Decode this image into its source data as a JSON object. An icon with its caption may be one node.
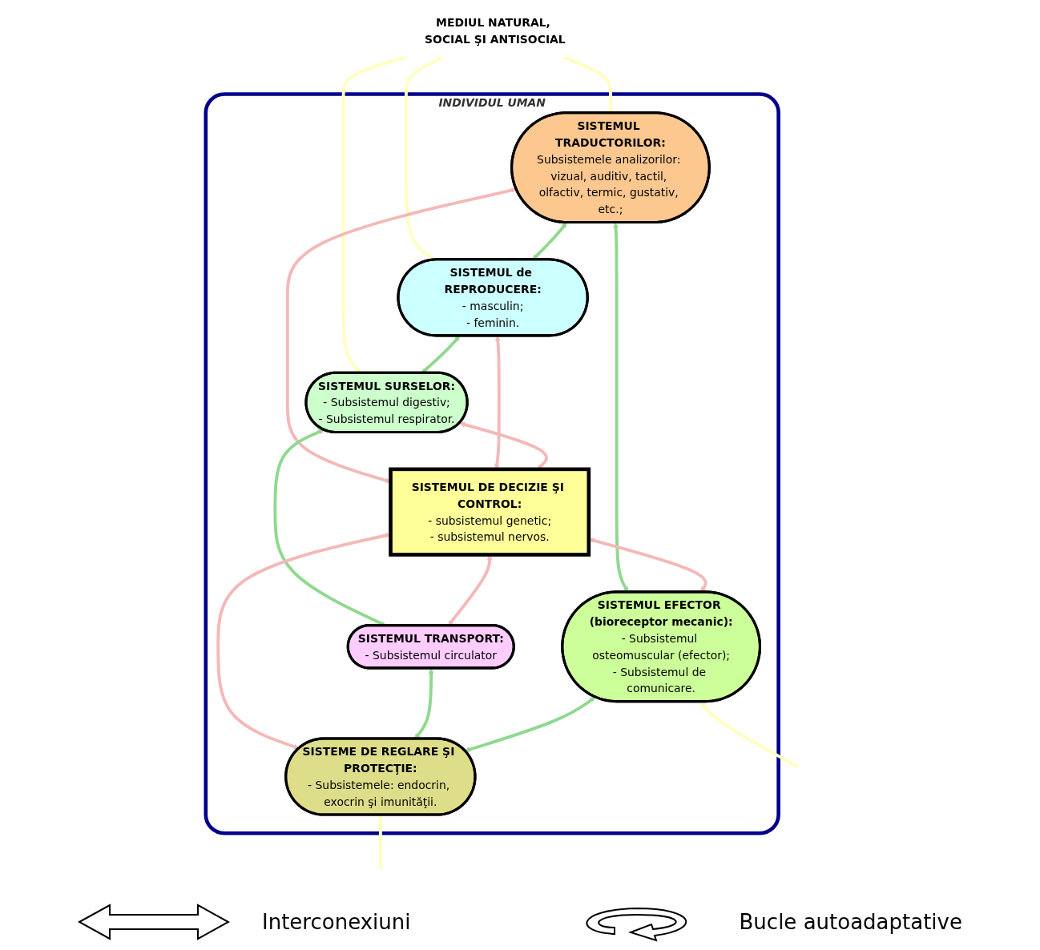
{
  "diagram": {
    "nodes": [
      {
        "text": [
          "MEDIUL NATURAL, SOCIAL ŞI ANTISOCIAL"
        ]
      },
      {
        "text": [
          "INDIVIDUL UMAN"
        ]
      },
      {
        "text": [
          "SISTEMUL TRADUCTORILOR:",
          "Subsistemele analizorilor: vizual, auditiv, tactil, olfactiv, termic, gustativ, etc.;"
        ],
        "in": 1
      },
      {
        "text": [
          "SISTEMUL de REPRODUCERE:",
          "- masculin;",
          "- feminin."
        ],
        "in": 1
      },
      {
        "text": [
          "SISTEMUL SURSELOR:",
          "- Subsistemul digestiv;",
          "- Subsistemul respirator."
        ],
        "in": 1
      },
      {
        "text": [
          "SISTEMUL DE DECIZIE ŞI CONTROL:",
          "- subsistemul genetic;",
          "- subsistemul nervos."
        ],
        "in": 1
      },
      {
        "text": [
          "SISTEMUL TRANSPORT:",
          "- Subsistemul circulator"
        ],
        "in": 1
      },
      {
        "text": [
          "SISTEMUL EFECTOR (bioreceptor mecanic):",
          "- Subsistemul osteomuscular (efector);",
          "- Subsistemul de comunicare."
        ],
        "in": 1
      },
      {
        "text": [
          "SISTEME DE REGLARE ŞI PROTECŢIE:",
          "- Subsistemele: endocrin, exocrin şi imunităţii."
        ],
        "in": 1
      }
    ],
    "edges": [
      {
        "from": 0,
        "to": 2,
        "arrow": "both",
        "color": "#ffffc0"
      },
      {
        "from": 0,
        "to": 3,
        "arrow": "both",
        "color": "#ffffc0"
      },
      {
        "from": 0,
        "to": 4,
        "arrow": "both",
        "color": "#ffffc0"
      },
      {
        "from": 2,
        "to": 3,
        "arrow": "both"
      },
      {
        "from": 3,
        "to": 4,
        "arrow": "both"
      },
      {
        "from": 2,
        "to": 5,
        "arrow": "both",
        "color": "#f4b8b8"
      },
      {
        "from": 3,
        "to": 5,
        "arrow": "both",
        "color": "#f4b8b8"
      },
      {
        "from": 4,
        "to": 5,
        "arrow": "both",
        "color": "#f4b8b8"
      },
      {
        "from": 4,
        "to": 6,
        "arrow": "both"
      },
      {
        "from": 2,
        "to": 7,
        "arrow": "both"
      },
      {
        "from": 5,
        "to": 6,
        "arrow": "both",
        "color": "#f4b8b8"
      },
      {
        "from": 5,
        "to": 7,
        "arrow": "both",
        "color": "#f4b8b8"
      },
      {
        "from": 5,
        "to": 8,
        "arrow": "both",
        "color": "#f4b8b8"
      },
      {
        "from": 6,
        "to": 8,
        "arrow": "both"
      },
      {
        "from": 7,
        "to": 8,
        "arrow": "both"
      },
      {
        "from": 7,
        "to": null,
        "arrow": "both",
        "color": "#ffffc0"
      },
      {
        "from": 8,
        "to": null,
        "arrow": "both",
        "color": "#ffffc0"
      }
    ],
    "legend": [
      {
        "text": "Interconexiuni"
      },
      {
        "text": "Bucle autoadaptative"
      }
    ]
  }
}
